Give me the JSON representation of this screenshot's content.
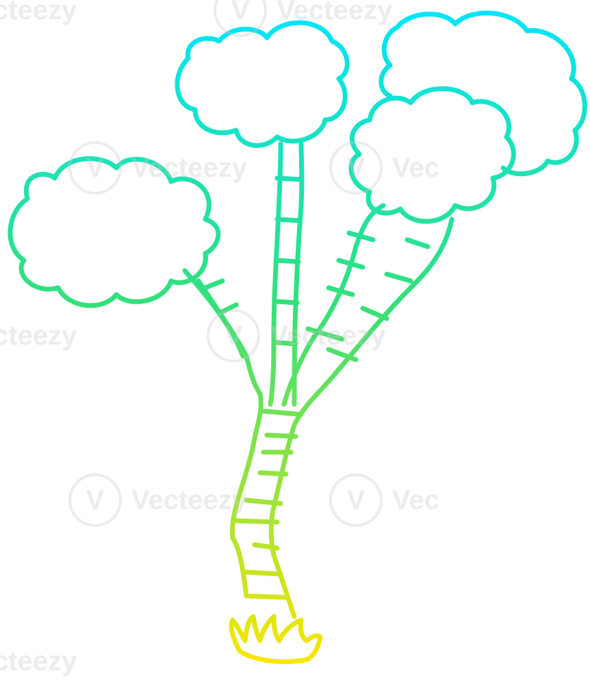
{
  "illustration": {
    "subject": "cartoon tree with cloud-like foliage",
    "gradient": {
      "top_color": "#00e5ff",
      "middle_color": "#33e07a",
      "bottom_color": "#ffe600"
    },
    "icons": [
      "tree-illustration",
      "vecteezy-logo-icon"
    ]
  },
  "watermark": {
    "text": "Vecteezy",
    "partial_left": "cteezy",
    "partial_right": "Vec",
    "logo_glyph": "V"
  }
}
